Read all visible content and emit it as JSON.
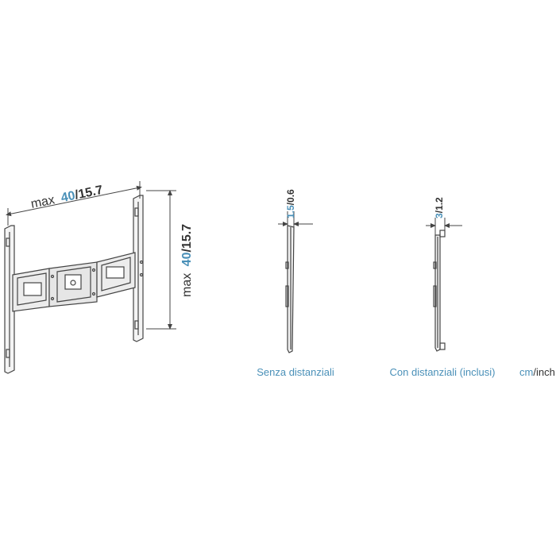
{
  "colors": {
    "accent": "#4a90b8",
    "ink": "#333333",
    "line": "#555555",
    "caption": "#4a90b8"
  },
  "bracket": {
    "width_dim": {
      "prefix": "max",
      "cm": "40",
      "sep_inch": "/15.7"
    },
    "height_dim": {
      "prefix": "max",
      "cm": "40",
      "sep_inch": "/15.7"
    }
  },
  "without_spacers": {
    "dim_cm": "1.5",
    "dim_sep_inch": "/0.6",
    "caption": "Senza distanziali"
  },
  "with_spacers": {
    "dim_cm": "3",
    "dim_sep_inch": "/1.2",
    "caption": "Con distanziali (inclusi)"
  },
  "units": {
    "cm": "cm",
    "sep_inch": "/inch"
  }
}
